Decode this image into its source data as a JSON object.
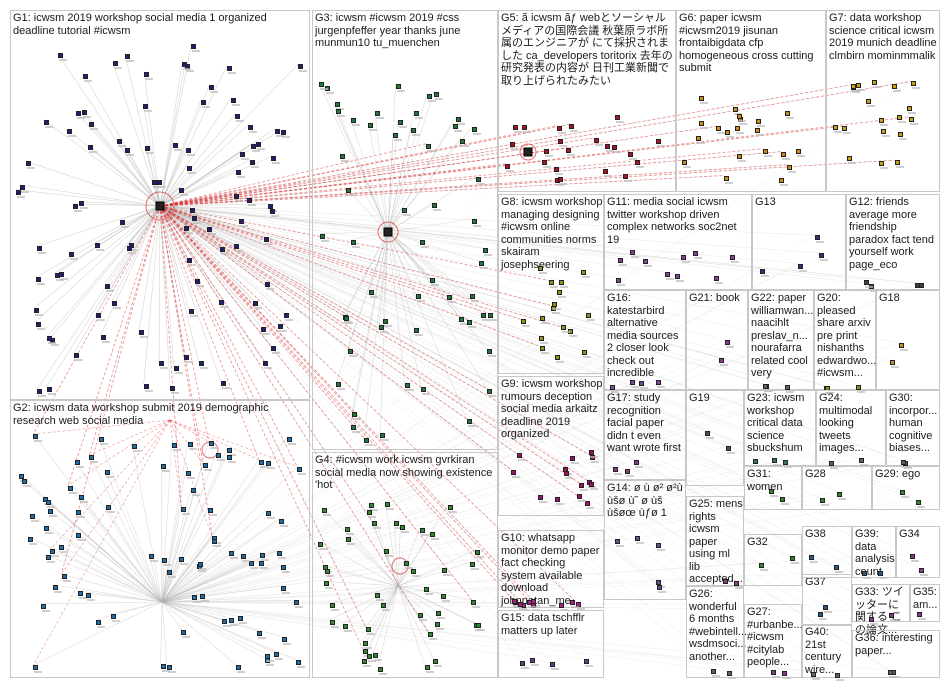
{
  "groups": [
    {
      "id": "G1",
      "label": "G1: icwsm 2019 workshop social media 1 organized deadline tutorial #icwsm",
      "color": "#1f1f7a"
    },
    {
      "id": "G2",
      "label": "G2: icwsm data workshop submit 2019 demographic research web social media",
      "color": "#1a6fb0"
    },
    {
      "id": "G3",
      "label": "G3: icwsm #icwsm 2019 #css jurgenpfeffer year thanks june munmun10 tu_muenchen",
      "color": "#1f7a3a"
    },
    {
      "id": "G4",
      "label": "G4: #icwsm work icwsm gvrkiran social media now showing existence 'hot",
      "color": "#2a8c2a"
    },
    {
      "id": "G5",
      "label": "G5: ã icwsm ãƒ webとソーシャルメディアの国際会議 秋葉原ラボ所属のエンジニアが にて採択されました ca_developers toritorix 去年の研究発表の内容が 日刊工業新聞で取り上げられたみたい",
      "color": "#b01020"
    },
    {
      "id": "G6",
      "label": "G6: paper icwsm #icwsm2019 jisunan frontaibigdata cfp homogeneous cross cutting submit",
      "color": "#d08a10"
    },
    {
      "id": "G7",
      "label": "G7: data workshop science critical icwsm 2019 munich deadline clmbirn mominmmalik",
      "color": "#c8a010"
    },
    {
      "id": "G8",
      "label": "G8: icwsm workshop managing designing #icwsm online communities norms skairam josephseering",
      "color": "#8a9a10"
    },
    {
      "id": "G9",
      "label": "G9: icwsm workshop rumours deception social media arkaitz deadline 2019 organized",
      "color": "#a0106a"
    },
    {
      "id": "G10",
      "label": "G10: whatsapp monitor demo paper fact checking system available download johnnatan_me",
      "color": "#b0208a"
    },
    {
      "id": "G11",
      "label": "G11: media social icwsm twitter workshop driven complex networks soc2net 19",
      "color": "#8040a0"
    },
    {
      "id": "G12",
      "label": "G12: friends average more friendship paradox fact tend yourself work page_eco",
      "color": "#404040"
    },
    {
      "id": "G13",
      "label": "G13",
      "color": "#303080"
    },
    {
      "id": "G14",
      "label": "G14: ø ù ø² ø²ù ùšø ù˜ ø ùš ùšøœ ùƒø 1",
      "color": "#605090"
    },
    {
      "id": "G15",
      "label": "G15: data tschfflr matters up later",
      "color": "#6a3a8a"
    },
    {
      "id": "G16",
      "label": "G16: katestarbird alternative media sources 2 closer look check out incredible",
      "color": "#7a4a9a"
    },
    {
      "id": "G17",
      "label": "G17: study recognition facial paper didn t even want wrote first",
      "color": "#804080"
    },
    {
      "id": "G18",
      "label": "G18",
      "color": "#c89020"
    },
    {
      "id": "G19",
      "label": "G19",
      "color": "#505050"
    },
    {
      "id": "G20",
      "label": "G20: pleased share arxiv pre print nishanths edwardwo... #icwsm...",
      "color": "#909010"
    },
    {
      "id": "G21",
      "label": "G21: book",
      "color": "#8a3a8a"
    },
    {
      "id": "G22",
      "label": "G22: paper williamwan... naacihlt preslav_n... nourafarra related cool very",
      "color": "#606060"
    },
    {
      "id": "G23",
      "label": "G23: icwsm workshop critical data science sbuckshum",
      "color": "#2a7a5a"
    },
    {
      "id": "G24",
      "label": "G24: multimodal looking tweets images...",
      "color": "#606060"
    },
    {
      "id": "G25",
      "label": "G25: mens rights icwsm paper using ml lib accepted...",
      "color": "#8a3a8a"
    },
    {
      "id": "G26",
      "label": "G26: wonderful 6 months #webintell... wsdmsoci... another...",
      "color": "#606060"
    },
    {
      "id": "G27",
      "label": "G27: #urbanbe... #icwsm #citylab people...",
      "color": "#8a3a8a"
    },
    {
      "id": "G28",
      "label": "G28",
      "color": "#2a8a2a"
    },
    {
      "id": "G29",
      "label": "G29: ego",
      "color": "#2a8a2a"
    },
    {
      "id": "G30",
      "label": "G30: incorpor... human cognitive biases...",
      "color": "#606060"
    },
    {
      "id": "G31",
      "label": "G31: women",
      "color": "#2a8a2a"
    },
    {
      "id": "G32",
      "label": "G32",
      "color": "#2a8a2a"
    },
    {
      "id": "G33",
      "label": "G33: ツイッターに関する この論文...",
      "color": "#8a3a8a"
    },
    {
      "id": "G34",
      "label": "G34",
      "color": "#8a3a8a"
    },
    {
      "id": "G35",
      "label": "G35: am...",
      "color": "#8a3a8a"
    },
    {
      "id": "G36",
      "label": "G36: interesting paper...",
      "color": "#606060"
    },
    {
      "id": "G37",
      "label": "G37",
      "color": "#2a5a8a"
    },
    {
      "id": "G38",
      "label": "G38",
      "color": "#2a5a8a"
    },
    {
      "id": "G39",
      "label": "G39: data analysis count",
      "color": "#2a5a8a"
    },
    {
      "id": "G40",
      "label": "G40: 21st century wire...",
      "color": "#606060"
    }
  ],
  "colors": {
    "edge_gray": "#b4b4b4",
    "edge_red": "#e03030",
    "border": "#c8c8c8"
  }
}
